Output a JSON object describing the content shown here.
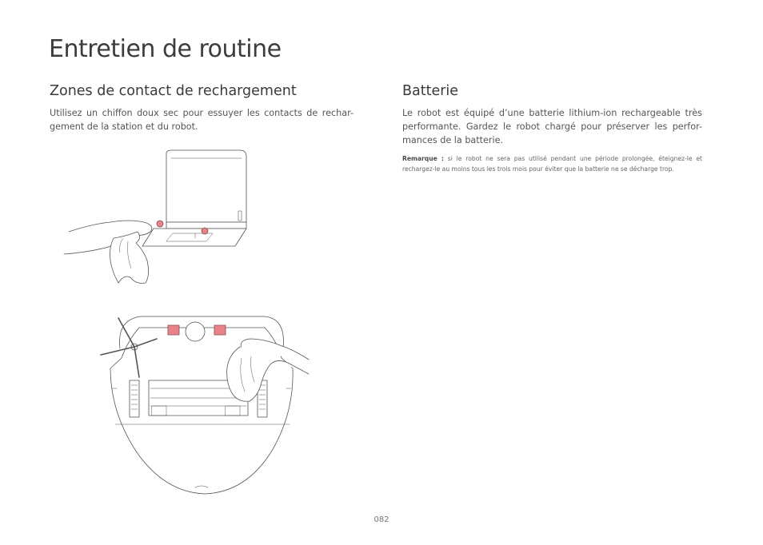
{
  "page": {
    "title": "Entretien de routine",
    "page_number": "082"
  },
  "left_section": {
    "heading": "Zones de contact de rechargement",
    "body": "Utilisez un chiffon doux sec pour essuyer les contacts de rechar-gement de la station et du robot."
  },
  "right_section": {
    "heading": "Batterie",
    "body": "Le robot est équipé d’une batterie lithium-ion rechargeable très performante. Gardez le robot chargé pour préserver les perfor-mances de la batterie.",
    "note_label": "Remarque :",
    "note_text": " si le robot ne sera pas utilisé pendant une période prolongée, éteignez-le et rechargez-le au moins tous les trois mois pour éviter que la batterie ne se décharge trop."
  },
  "colors": {
    "line": "#555555",
    "contact_highlight": "#e8838a"
  },
  "illustration": {
    "icons": [
      "charging-dock-illustration",
      "robot-underside-illustration",
      "hand-with-cloth-illustration"
    ]
  }
}
